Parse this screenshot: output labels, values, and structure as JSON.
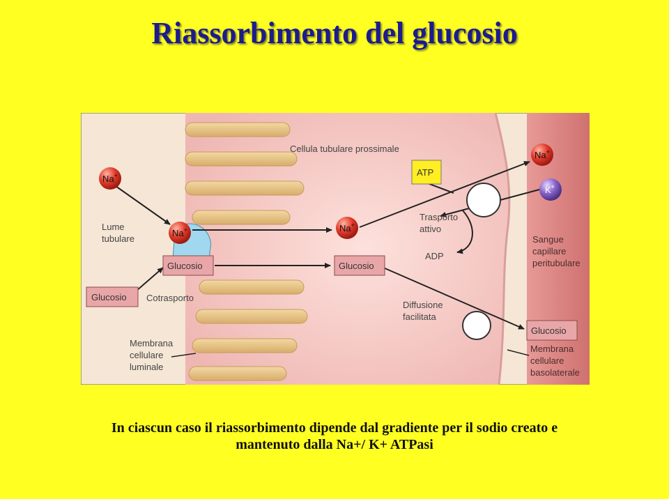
{
  "title": "Riassorbimento del glucosio",
  "caption": {
    "line1": "In ciascun caso il riassorbimento dipende dal gradiente per il sodio creato e",
    "line2": "mantenuto dalla Na+/ K+ ATPasi"
  },
  "diagram": {
    "cell_label": "Cellula tubulare prossimale",
    "lumen_label": [
      "Lume",
      "tubulare"
    ],
    "blood_label": [
      "Sangue",
      "capillare",
      "peritubulare"
    ],
    "cotransport_label": "Cotrasporto",
    "active_transport_label": [
      "Trasporto",
      "attivo"
    ],
    "facilitated_diffusion_label": [
      "Diffusione",
      "facilitata"
    ],
    "luminal_membrane_label": [
      "Membrana",
      "cellulare",
      "luminale"
    ],
    "basolateral_membrane_label": [
      "Membrana",
      "cellulare",
      "basolaterale"
    ],
    "atp": "ATP",
    "adp": "ADP",
    "na": "Na",
    "na_sup": "+",
    "k": "K",
    "k_sup": "+",
    "glucose": "Glucosio",
    "colors": {
      "background": "#ffff22",
      "lumen": "#f5e6d6",
      "cell": "#f4c9c7",
      "blood": "#dc8c8a",
      "microvilli": "#eac98e",
      "glucose_box": "#e9a6a8",
      "atp_box": "#ffee22",
      "na_ion": "#e0392b",
      "k_ion": "#8a64c4",
      "transporter": "#9fd8ef"
    }
  }
}
